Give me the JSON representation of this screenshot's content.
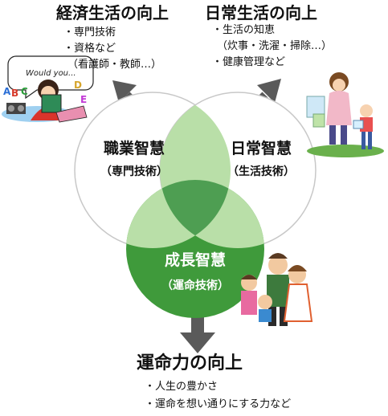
{
  "top_left": {
    "heading": "経済生活の向上",
    "bullets": [
      "・専門技術",
      "・資格など",
      "（看護師・教師…）"
    ]
  },
  "top_right": {
    "heading": "日常生活の向上",
    "bullets": [
      "・生活の知恵",
      "（炊事・洗濯・掃除…）",
      "・健康管理など"
    ]
  },
  "circles": {
    "left": {
      "title": "職業智慧",
      "subtitle": "（専門技術）"
    },
    "right": {
      "title": "日常智慧",
      "subtitle": "（生活技術）"
    },
    "bottom": {
      "title": "成長智慧",
      "subtitle": "（運命技術）"
    }
  },
  "bottom": {
    "heading": "運命力の向上",
    "bullets": [
      "・人生の豊かさ",
      "・運命を想い通りにする力など"
    ]
  },
  "illustration_text": {
    "speech": "Would you...",
    "letters": [
      "A",
      "B",
      "C",
      "D",
      "E"
    ]
  },
  "colors": {
    "arrow": "#5a5a5a",
    "bottom_circle": "#3f9a3b",
    "overlap_light": "#b9dfa8",
    "overlap_center": "#4e9e52",
    "circle_outline": "#c8c8c8"
  }
}
